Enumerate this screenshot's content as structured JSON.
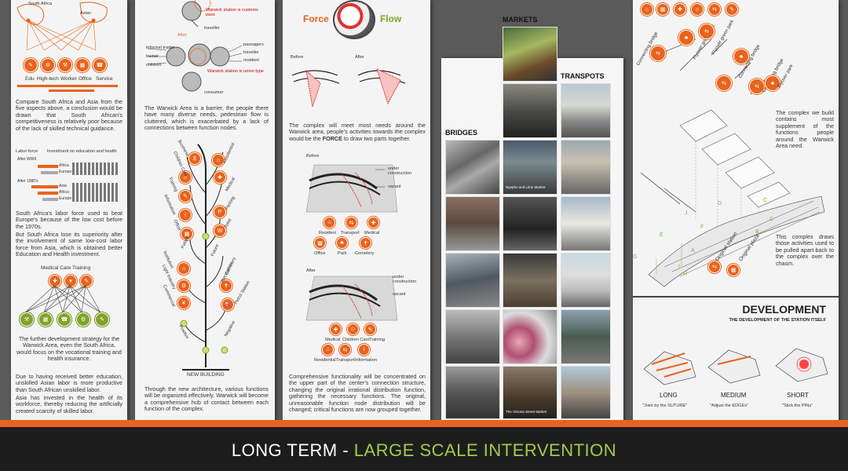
{
  "footer": {
    "part1": "LONG TERM - ",
    "part2": "LARGE SCALE INTERVENTION"
  },
  "colors": {
    "accent": "#e8641e",
    "green": "#7fa52a",
    "background": "#5a5a5a",
    "panel": "#f4f4f4",
    "footer": "#1d1d1d"
  },
  "panel1": {
    "map_labels": [
      "South Africa",
      "Asian"
    ],
    "icons": [
      {
        "label": "Edu",
        "icon": "education-icon"
      },
      {
        "label": "High-tech",
        "icon": "high-tech-icon"
      },
      {
        "label": "Worker",
        "icon": "worker-icon"
      },
      {
        "label": "Office",
        "icon": "office-icon"
      },
      {
        "label": "Service",
        "icon": "service-icon"
      }
    ],
    "para1": "Compare South Africa and Asia from the five aspects above, a conclusion would be drawn that South African's competitiveness is relatively poor because of the lack of skilled technical guidance.",
    "chart_head_left": "Labor force",
    "chart_head_right": "Investment on education and health",
    "after_ww2": "After WWII",
    "after_1980": "After 1980's",
    "row_africa": "Africa",
    "row_europe": "Europe",
    "row_asia": "Asia",
    "para2": "South Africa's labor force used to beat Europe's because of the low cost before the 1970s.",
    "para3": "But South Africa lose its superiority after the involvement of same low-cost labor force from Asia, which is obtained better Education and Health investment.",
    "medical_title": "Medical Care Training",
    "para4": "The further development strategy for the Warwick Area, even the South Africa, would focus on the vocational training and health insurance.",
    "para5": "Due to having received better education, unskilled Asian labor is more productive than South African unskilled labor.",
    "para6": "Asia has invested in the health of its workforce, thereby reducing the artificially created scarcity of skilled labor."
  },
  "panel2": {
    "station_custom": "Warwick station is customs pass",
    "traveller": "traveller",
    "after": "After",
    "informal_trader": "informal trader",
    "trainer": "trainer",
    "children": "children",
    "passagers": "passagers",
    "traveller2": "traveller",
    "resident": "resident",
    "station_union": "Warwick station is union type",
    "consumer": "consumer",
    "para1": "The Warwick Area is a barrier, the people there have many diverse needs, pedestrian flow is cluttered, which is exacerbated by a lack of connections between function nodes.",
    "left_branches": [
      "Business",
      "Children Care",
      "Training",
      "Information",
      "Office",
      "Future",
      "Institution",
      "Light Industry",
      "Commercial",
      "Positive"
    ],
    "right_branches": [
      "Residential",
      "Medical",
      "Parking",
      "Toilet",
      "Future",
      "Cemetery",
      "Recreation",
      "Petrol Station",
      "Negative"
    ],
    "new_building": "NEW BUILDING",
    "para2": "Through the new architecture, various functions will be organized effectively. Warwick will become a comprehensive hub of contact between each function of the complex."
  },
  "panel3": {
    "force": "Force",
    "flow": "Flow",
    "before": "Before",
    "after": "After",
    "para1_pre": "The complex will meet most needs around the Warwick area, people's activities towards the complex would be the ",
    "para1_force": "FORCE",
    "para1_post": " to draw two parts together.",
    "before2": "Before",
    "under_construction": "under construction",
    "vacant": "vacant",
    "labels_top": [
      "Resident",
      "Transport",
      "Medical"
    ],
    "labels_bot": [
      "Office",
      "Park",
      "Cemetery"
    ],
    "after2": "After",
    "under_construction2": "under construction",
    "vacant2": "vacant",
    "labels_top2": [
      "Medical",
      "Children Care",
      "Training"
    ],
    "labels_bot2": [
      "Residential",
      "Transport",
      "Information"
    ],
    "para2": "Comprehensive functionality will be concentrated on the upper part of the center's connection structure, changing the original irrational distribution function, gathering the necessary functions. The original, unreasonable function node distribution will be changed; critical functions are now grouped together."
  },
  "panel4": {
    "markets": "MARKETS",
    "transports": "TRANSPOTS",
    "bridges": "BRIDGES",
    "caption1": "Nyepho and Lime Market",
    "caption2": "The Victoria Street Market"
  },
  "panel5": {
    "labels_diag": [
      "Connecting bridge",
      "Flyover green park",
      "Connecting bridge",
      "Flyover green park",
      "Connecting bridge",
      "Flyover park"
    ],
    "labels_base": [
      "Original station",
      "Original plaza"
    ],
    "letters": [
      "A",
      "B",
      "C",
      "D",
      "E",
      "F",
      "G",
      "H",
      "I",
      "J"
    ],
    "para1": "The complex we build contains most supplement of the functions people around the Warwick Area need.",
    "para2": "This complex draws those activities used to be pulled apart back to the complex over the chasm.",
    "development": "DEVELOPMENT",
    "dev_sub": "THE DEVELOPMENT OF THE STATION ITSELF",
    "stages": [
      {
        "name": "LONG",
        "quote": "\"Joint by the SUTURE\""
      },
      {
        "name": "MEDIUM",
        "quote": "\"Adjust the EDGEs\""
      },
      {
        "name": "SHORT",
        "quote": "\"Stick the PINs\""
      }
    ]
  }
}
